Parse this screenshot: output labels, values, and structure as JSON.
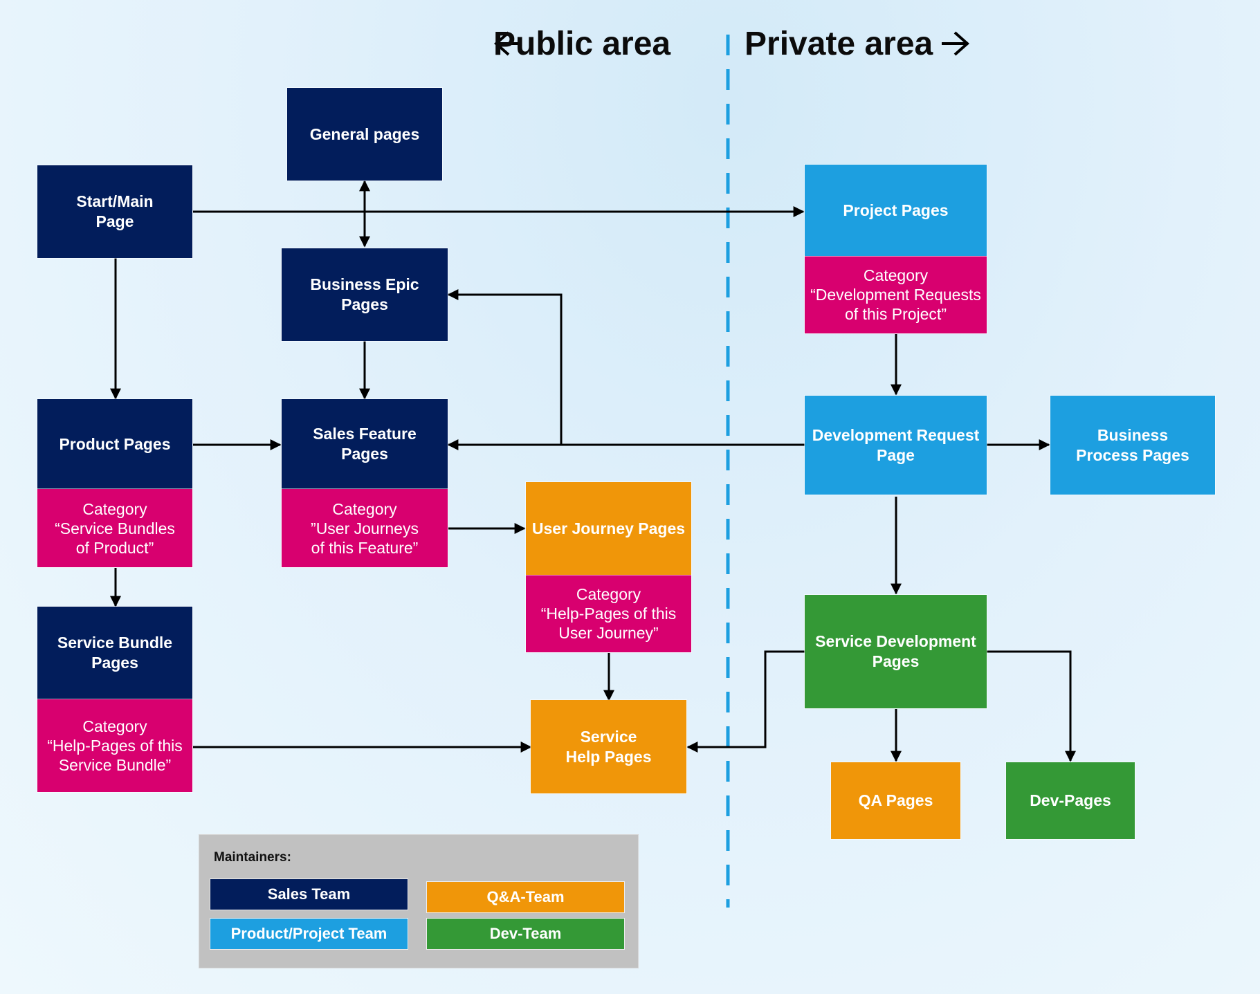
{
  "areas": {
    "public": "Public area",
    "private": "Private area"
  },
  "nodes": {
    "general_pages": "General pages",
    "start_main": "Start/Main\nPage",
    "business_epic": "Business Epic\nPages",
    "project_pages": "Project Pages",
    "project_category": "Category\n“Development Requests\nof this Project”",
    "product_pages": "Product Pages",
    "product_category": "Category\n“Service Bundles\nof Product”",
    "sales_feature": "Sales Feature\nPages",
    "sales_feature_category": "Category\n”User Journeys\nof this Feature”",
    "dev_request": "Development Request\nPage",
    "business_process": "Business\nProcess Pages",
    "user_journey": "User Journey Pages",
    "user_journey_category": "Category\n“Help-Pages of this\nUser Journey”",
    "service_bundle": "Service Bundle\nPages",
    "service_bundle_category": "Category\n“Help-Pages of this\nService Bundle”",
    "service_help": "Service\nHelp Pages",
    "service_dev": "Service Development\nPages",
    "qa_pages": "QA Pages",
    "dev_pages": "Dev-Pages"
  },
  "legend": {
    "title": "Maintainers:",
    "sales_team": "Sales Team",
    "qa_team": "Q&A-Team",
    "product_project_team": "Product/Project Team",
    "dev_team": "Dev-Team"
  },
  "colors": {
    "sales_team": "#021d5b",
    "product_project_team": "#1d9fe0",
    "qa_team": "#f09609",
    "dev_team": "#349936",
    "category": "#d8006f",
    "divider": "#1d9fe0"
  }
}
